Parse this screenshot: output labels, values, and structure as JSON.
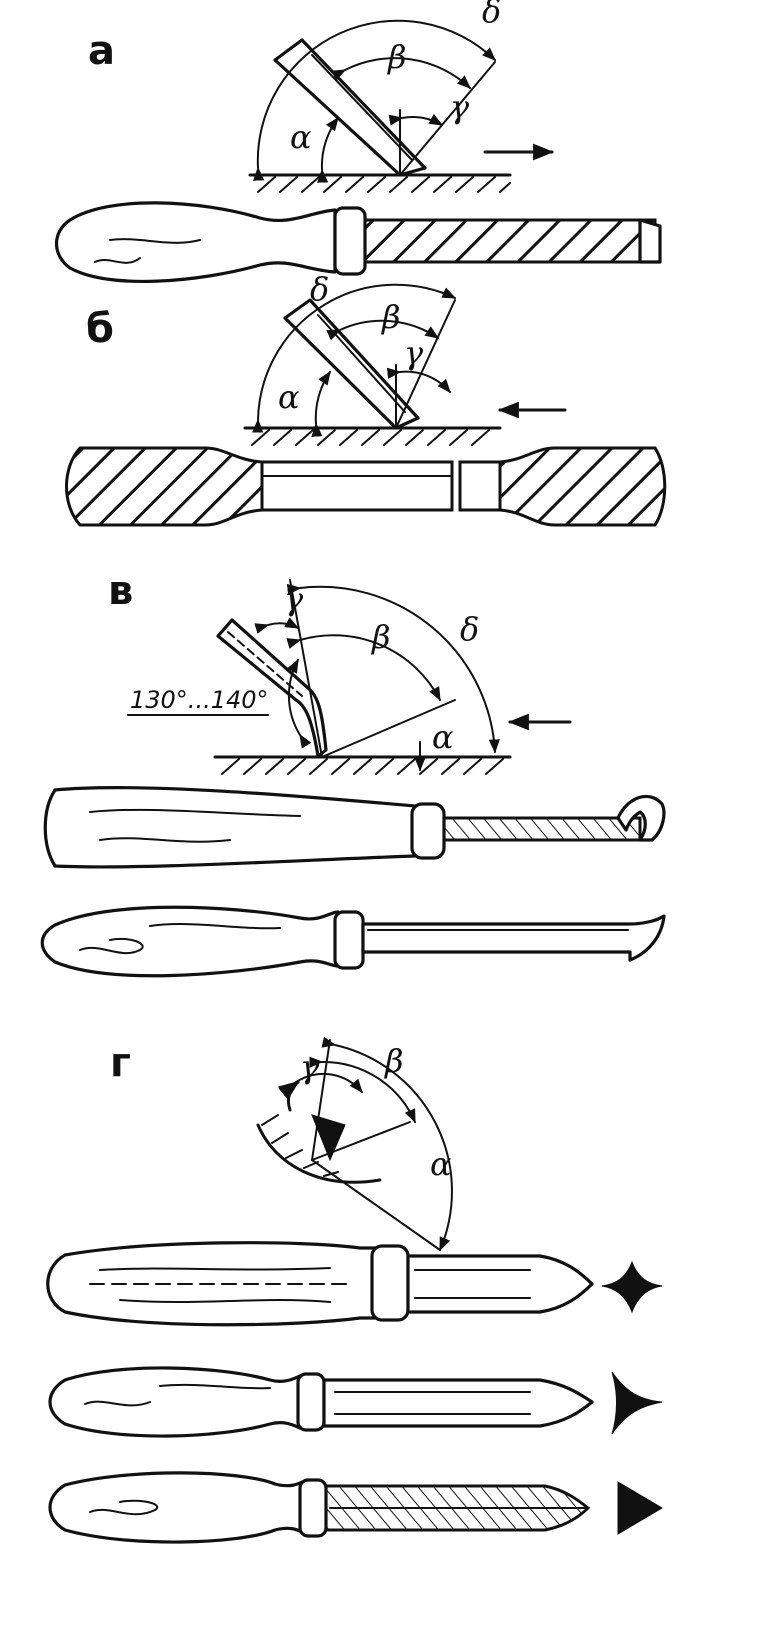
{
  "panels": {
    "a": {
      "label": "а"
    },
    "b": {
      "label": "б"
    },
    "v": {
      "label": "в"
    },
    "g": {
      "label": "г"
    }
  },
  "symbols": {
    "alpha": "α",
    "beta": "β",
    "gamma": "γ",
    "delta": "δ"
  },
  "annotations": {
    "angle_range": "130°...140°"
  }
}
